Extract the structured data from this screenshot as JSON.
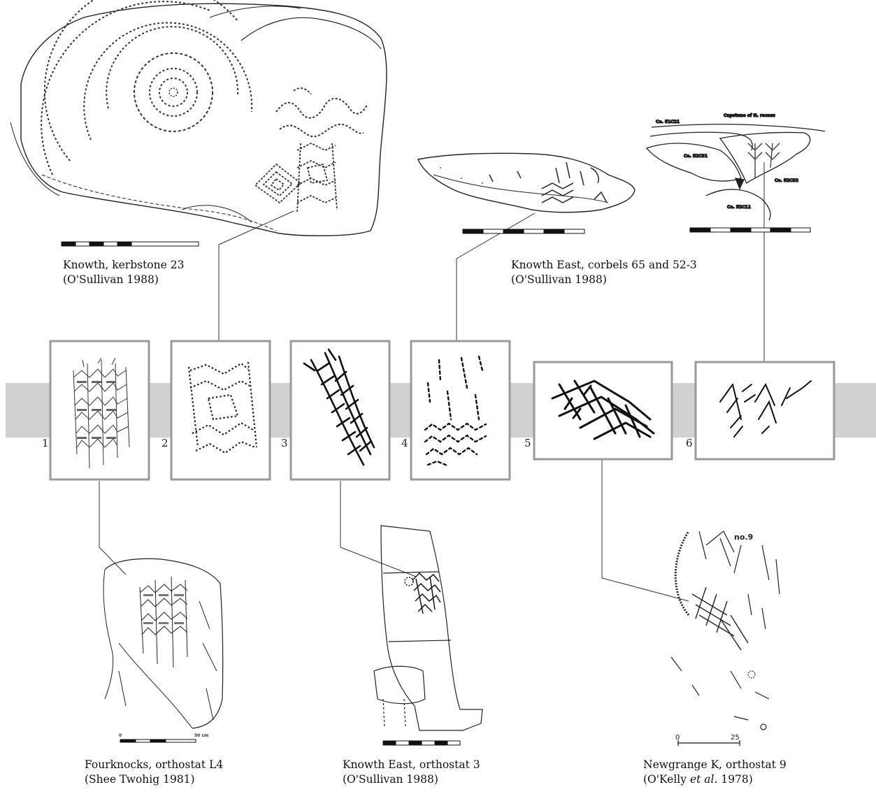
{
  "figure": {
    "colors": {
      "band": "#d1d1d1",
      "frame": "#9a9a9a",
      "ink": "#222222",
      "dots": "#555555"
    },
    "panels": [
      {
        "number": "1"
      },
      {
        "number": "2"
      },
      {
        "number": "3"
      },
      {
        "number": "4"
      },
      {
        "number": "5"
      },
      {
        "number": "6"
      }
    ],
    "top_sources": [
      {
        "site": "Knowth, kerbstone 23",
        "reference": "(O'Sullivan 1988)"
      },
      {
        "site": "Knowth East, corbels 65 and 52-3",
        "reference": "(O'Sullivan 1988)"
      }
    ],
    "bottom_sources": [
      {
        "site": "Fourknocks, orthostat L4",
        "reference": "(Shee Twohig 1981)"
      },
      {
        "site": "Knowth East, orthostat 3",
        "reference": "(O'Sullivan 1988)"
      },
      {
        "site": "Newgrange K, orthostat 9",
        "reference_prefix": "(O'Kelly ",
        "reference_italic": "et al",
        "reference_suffix": ". 1978)"
      }
    ],
    "drawing_labels": {
      "capstone": "Capstone of N. recess",
      "co1": "Co. 51C21",
      "co2": "Co. 52C31",
      "co3": "Co. 52C32",
      "co4": "Co. 52C11",
      "stone_no": "no.9",
      "scale_zero_fourknocks": "0",
      "scale_max_fourknocks": "50 cm",
      "scale_zero_newgrange": "0",
      "scale_max_newgrange": "25"
    }
  }
}
